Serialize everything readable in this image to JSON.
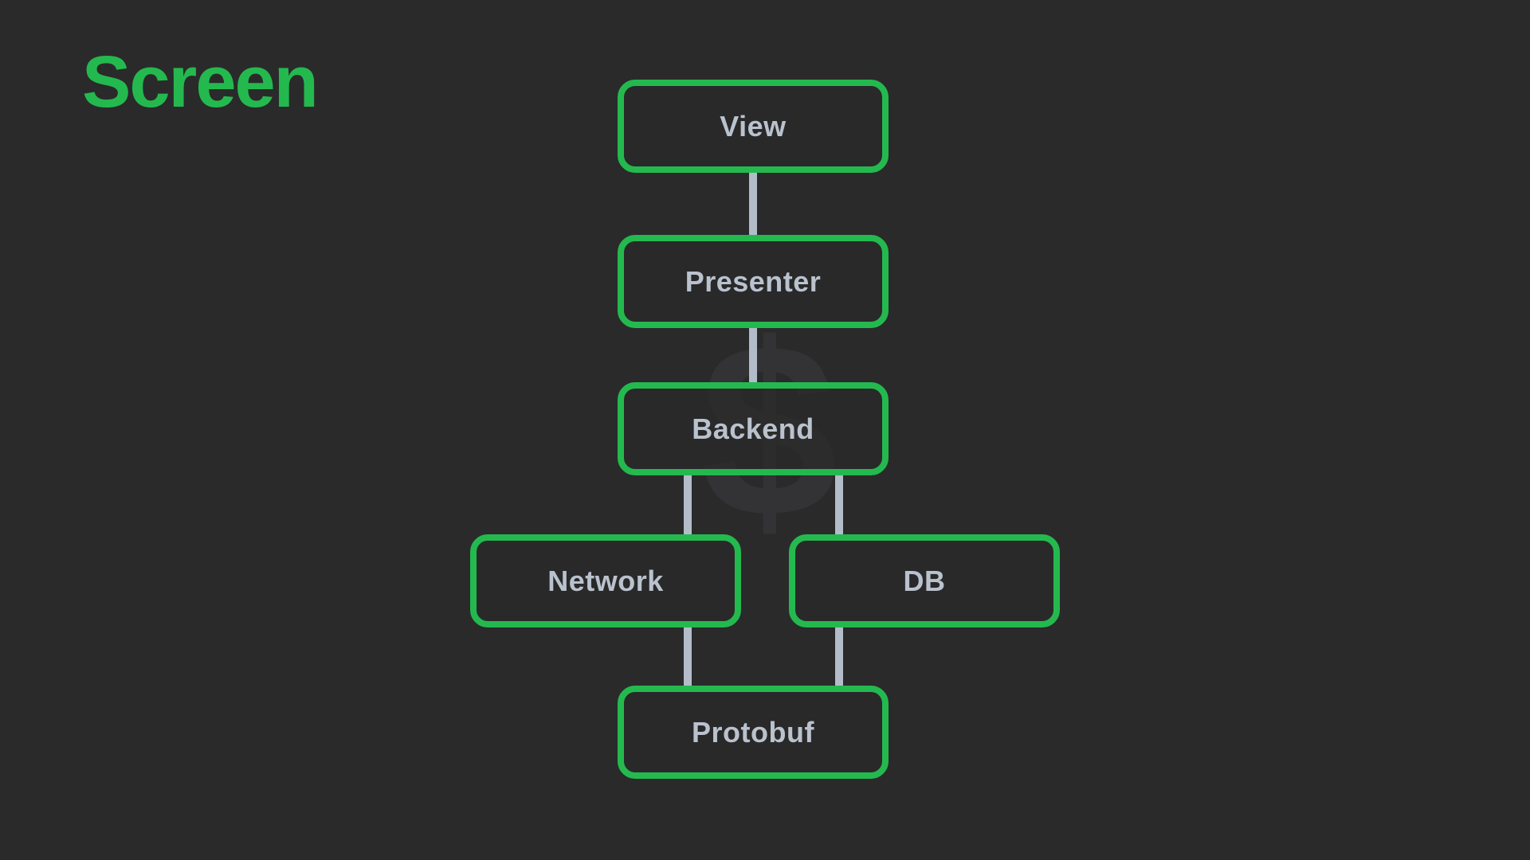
{
  "slide": {
    "title": "Screen",
    "watermark_glyph": "$"
  },
  "colors": {
    "background": "#2a2a2b",
    "accent": "#24b94e",
    "node_text": "#b9c2cd",
    "connector": "#b3bdc9",
    "watermark": "#333335"
  },
  "diagram": {
    "nodes": [
      {
        "id": "view",
        "label": "View"
      },
      {
        "id": "presenter",
        "label": "Presenter"
      },
      {
        "id": "backend",
        "label": "Backend"
      },
      {
        "id": "network",
        "label": "Network"
      },
      {
        "id": "db",
        "label": "DB"
      },
      {
        "id": "protobuf",
        "label": "Protobuf"
      }
    ],
    "edges": [
      {
        "from": "view",
        "to": "presenter"
      },
      {
        "from": "presenter",
        "to": "backend"
      },
      {
        "from": "backend",
        "to": "network"
      },
      {
        "from": "backend",
        "to": "db"
      },
      {
        "from": "network",
        "to": "protobuf"
      },
      {
        "from": "db",
        "to": "protobuf"
      }
    ]
  }
}
